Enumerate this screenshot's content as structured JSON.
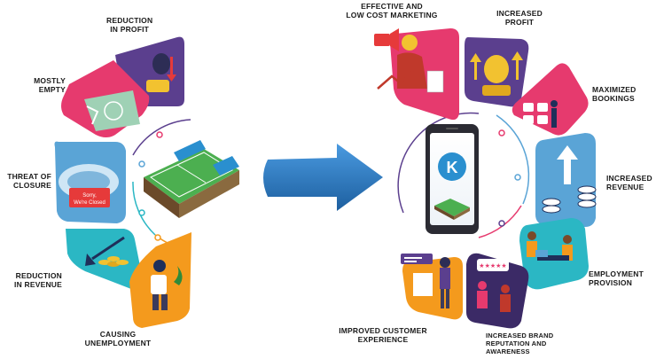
{
  "left_labels": {
    "reduction_profit": [
      "REDUCTION",
      "IN PROFIT"
    ],
    "mostly_empty": [
      "MOSTLY",
      "EMPTY"
    ],
    "threat_closure": [
      "THREAT OF",
      "CLOSURE"
    ],
    "reduction_revenue": [
      "REDUCTION",
      "IN REVENUE"
    ],
    "causing_unemployment": [
      "CAUSING",
      "UNEMPLOYMENT"
    ]
  },
  "right_labels": {
    "effective_marketing": [
      "EFFECTIVE AND",
      "LOW COST MARKETING"
    ],
    "increased_profit": [
      "INCREASED",
      "PROFIT"
    ],
    "maximized_bookings": [
      "MAXIMIZED",
      "BOOKINGS"
    ],
    "increased_revenue": [
      "INCREASED",
      "REVENUE"
    ],
    "employment_provision": [
      "EMPLOYMENT",
      "PROVISION"
    ],
    "improved_experience": [
      "IMPROVED CUSTOMER",
      "EXPERIENCE"
    ],
    "brand_reputation": [
      "INCREASED BRAND",
      "REPUTATION AND",
      "AWARENESS"
    ]
  },
  "sign_text": [
    "Sorry,",
    "We're Closed"
  ],
  "colors": {
    "purple": "#5b3f8e",
    "pink": "#e63a6e",
    "light_blue": "#5aa4d6",
    "cyan": "#2bb7c4",
    "orange": "#f49a1d",
    "arrow_blue": "#2a73b8",
    "dark_purple": "#3b2a66"
  }
}
